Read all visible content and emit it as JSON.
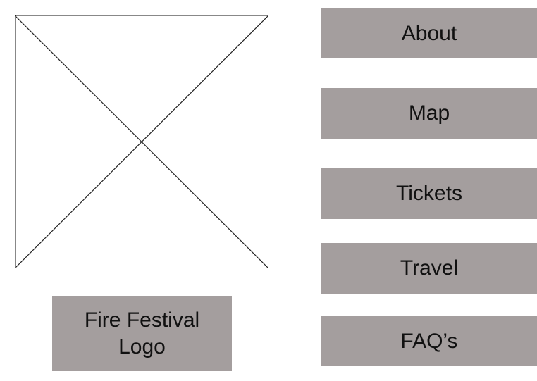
{
  "image_placeholder": {
    "icon": "image-placeholder-icon"
  },
  "logo": {
    "label": "Fire Festival Logo"
  },
  "nav": {
    "items": [
      {
        "label": "About"
      },
      {
        "label": "Map"
      },
      {
        "label": "Tickets"
      },
      {
        "label": "Travel"
      },
      {
        "label": "FAQ’s"
      }
    ]
  },
  "colors": {
    "button_bg": "#a49e9e",
    "text": "#111111"
  }
}
